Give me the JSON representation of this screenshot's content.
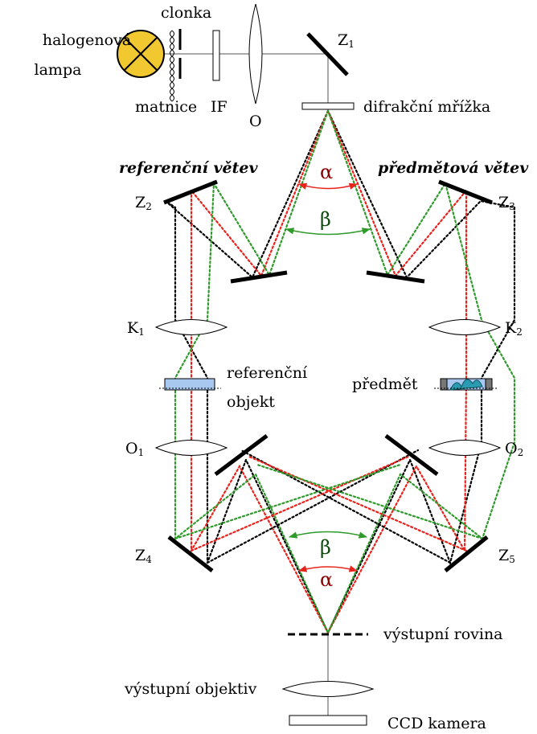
{
  "labels": {
    "lamp": [
      "halogenová",
      "lampa"
    ],
    "aperture": "clonka",
    "diffuser": "matnice",
    "filter": "IF",
    "objective": "O",
    "grating": "difrakční mřížka",
    "reference_branch": "referenční větev",
    "object_branch": "předmětová větev",
    "reference_object": [
      "referenční",
      "objekt"
    ],
    "object": "předmět",
    "output_plane": "výstupní rovina",
    "output_objective": "výstupní objektiv",
    "camera": "CCD kamera",
    "alpha": "α",
    "beta": "β"
  },
  "mirrors": {
    "z1": {
      "letter": "Z",
      "sub": "1"
    },
    "z2": {
      "letter": "Z",
      "sub": "2"
    },
    "z3": {
      "letter": "Z",
      "sub": "3"
    },
    "z4": {
      "letter": "Z",
      "sub": "4"
    },
    "z5": {
      "letter": "Z",
      "sub": "5"
    }
  },
  "lenses": {
    "k1": {
      "letter": "K",
      "sub": "1"
    },
    "k2": {
      "letter": "K",
      "sub": "2"
    },
    "o1": {
      "letter": "O",
      "sub": "1"
    },
    "o2": {
      "letter": "O",
      "sub": "2"
    }
  },
  "colors": {
    "red_ray": "#e8231c",
    "green_ray": "#2e9a2a",
    "black_ray": "#000000",
    "lamp_fill": "#f2c830",
    "object_fill": "#a9c8ef",
    "object_wave": "#2a9bb0",
    "alpha_arrow": "#e8231c",
    "beta_arrow": "#2e9a2a"
  }
}
